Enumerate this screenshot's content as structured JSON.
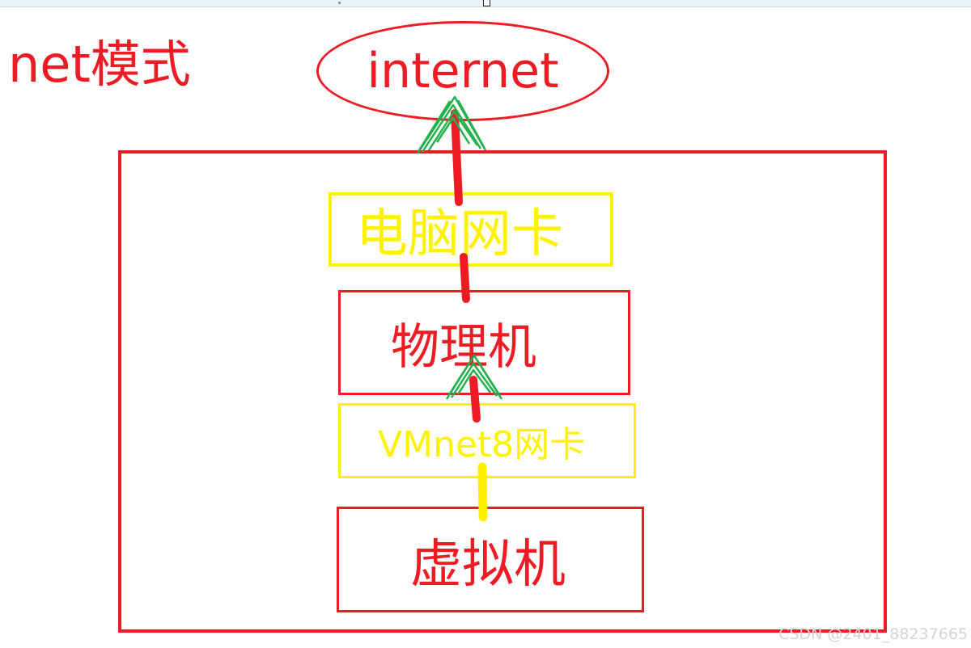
{
  "page_title": "net模式",
  "internet": {
    "label": "internet"
  },
  "boxes": {
    "nic": {
      "label": "电脑网卡"
    },
    "host": {
      "label": "物理机"
    },
    "vmnet8": {
      "label": "VMnet8网卡"
    },
    "vm": {
      "label": "虚拟机"
    }
  },
  "watermark": "CSDN @2401_88237665",
  "colors": {
    "red": "#ed1c24",
    "yellow": "#fff200",
    "green": "#22b14c"
  }
}
